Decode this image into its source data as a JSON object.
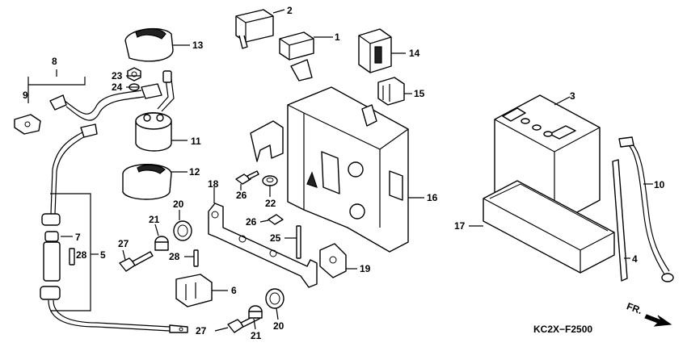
{
  "diagram_code": "KC2X−F2500",
  "direction_label": "FR.",
  "callouts": {
    "c1": "1",
    "c2": "2",
    "c3": "3",
    "c4": "4",
    "c5": "5",
    "c6": "6",
    "c7": "7",
    "c8": "8",
    "c9": "9",
    "c10": "10",
    "c11": "11",
    "c12": "12",
    "c13": "13",
    "c14": "14",
    "c15": "15",
    "c16": "16",
    "c17": "17",
    "c18": "18",
    "c19": "19",
    "c20a": "20",
    "c20b": "20",
    "c21a": "21",
    "c21b": "21",
    "c22": "22",
    "c23": "23",
    "c24": "24",
    "c25": "25",
    "c26a": "26",
    "c26b": "26",
    "c27a": "27",
    "c27b": "27",
    "c28a": "28",
    "c28b": "28"
  }
}
